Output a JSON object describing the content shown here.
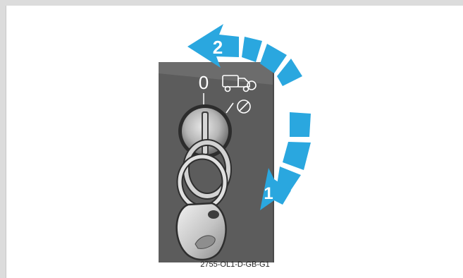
{
  "diagram": {
    "switch_off_position_label": "0",
    "step_turn_label": "1",
    "step_return_label": "2",
    "arrow_color": "#2aa7df",
    "panel_color": "#5c5c5c",
    "icons": [
      "truck-icon",
      "no-entry-icon",
      "key-icon"
    ]
  },
  "caption": "2755-OL1-D-GB-G1"
}
